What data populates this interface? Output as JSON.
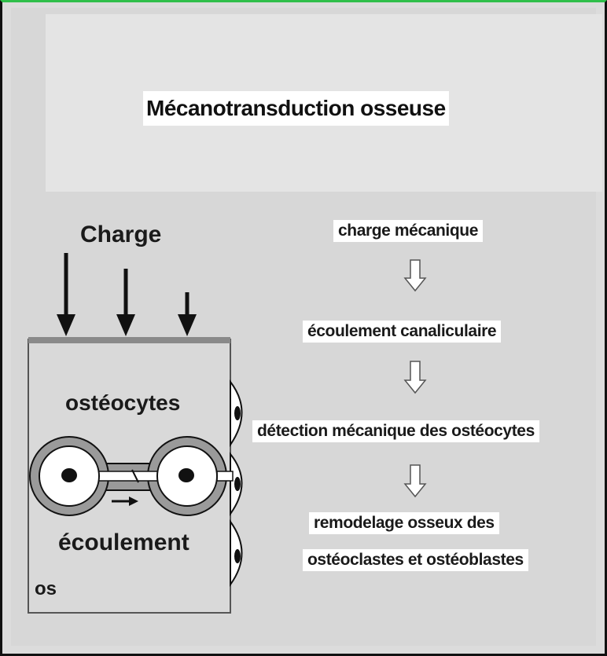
{
  "title": "Mécanotransduction osseuse",
  "left_panel": {
    "charge_label": "Charge",
    "osteocytes_label": "ostéocytes",
    "flow_label": "écoulement",
    "bone_label": "os"
  },
  "flow_steps": [
    "charge mécanique",
    "écoulement canaliculaire",
    "détection mécanique des ostéocytes",
    "remodelage osseux des",
    "ostéoclastes et ostéoblastes"
  ]
}
